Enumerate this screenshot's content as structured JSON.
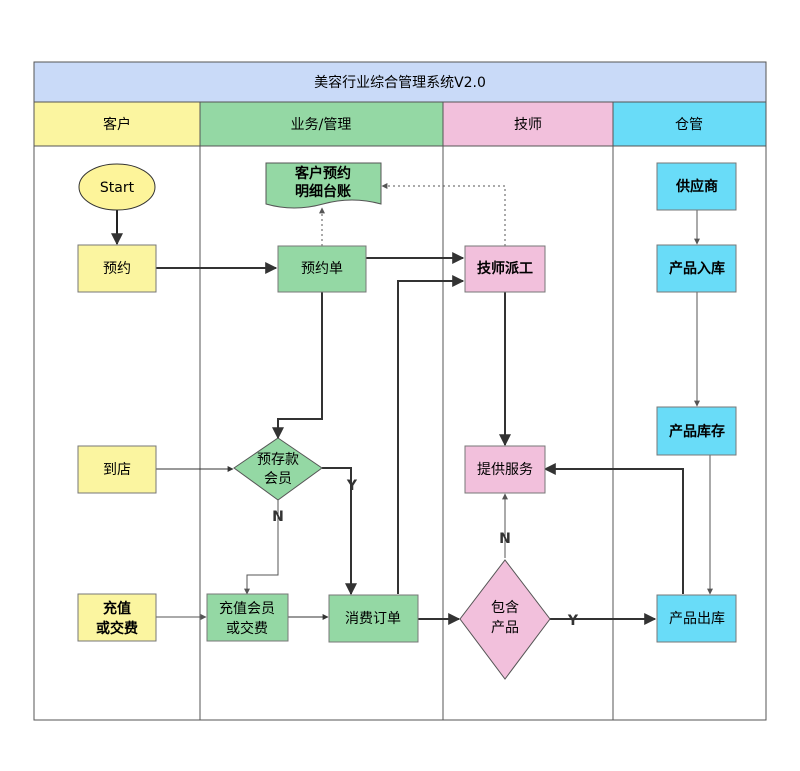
{
  "title": "美容行业综合管理系统V2.0",
  "lanes": {
    "customer": "客户",
    "business": "业务/管理",
    "technician": "技师",
    "warehouse": "仓管"
  },
  "nodes": {
    "start": "Start",
    "appointment": "预约",
    "arrive": "到店",
    "recharge_or_pay": [
      "充值",
      "或交费"
    ],
    "ledger": [
      "客户预约",
      "明细台账"
    ],
    "appointment_form": "预约单",
    "deposit_member": [
      "预存款",
      "会员"
    ],
    "recharge_member": [
      "充值会员",
      "或交费"
    ],
    "consume_order": "消费订单",
    "dispatch": "技师派工",
    "provide_service": "提供服务",
    "include_product": [
      "包含",
      "产品"
    ],
    "supplier": "供应商",
    "product_in": "产品入库",
    "product_stock": "产品库存",
    "product_out": "产品出库"
  },
  "labels": {
    "deposit_yes": "Y",
    "deposit_no": "N",
    "product_yes": "Y",
    "product_no": "N"
  },
  "colors": {
    "title_bg": "#c9daf8",
    "customer": "#fbf5a0",
    "business": "#94d8a4",
    "technician": "#f2c0dc",
    "warehouse": "#69dcf8",
    "start_fill": "#fdf49a"
  }
}
